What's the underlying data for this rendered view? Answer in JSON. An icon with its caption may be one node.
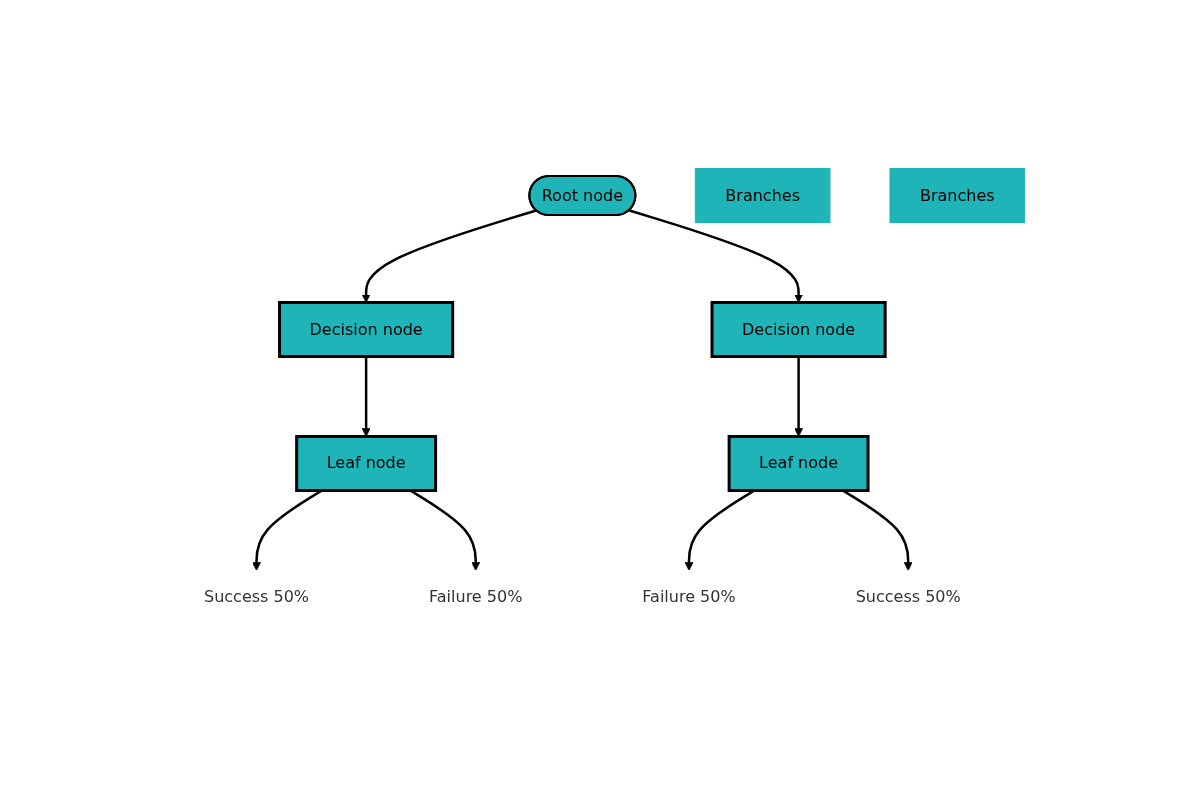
{
  "diagram": {
    "nodes": [
      {
        "text": [
          "Root node"
        ]
      },
      {
        "text": [
          "Branches"
        ]
      },
      {
        "text": [
          "Decision node"
        ]
      },
      {
        "text": [
          "Decision node"
        ]
      },
      {
        "text": [
          "Branches"
        ]
      },
      {
        "text": [
          "Leaf node"
        ]
      },
      {
        "text": [
          "Leaf node"
        ]
      },
      {
        "text": [
          "Failure 50%"
        ]
      },
      {
        "text": [
          "Success 50%"
        ]
      },
      {
        "text": [
          "Failure 50%"
        ]
      },
      {
        "text": [
          "Success 50%"
        ]
      }
    ],
    "edges": [
      {
        "from": 0,
        "to": 2,
        "arrow": "to"
      },
      {
        "from": 0,
        "to": 3,
        "arrow": "to"
      },
      {
        "from": 2,
        "to": 5,
        "arrow": "to"
      },
      {
        "from": 3,
        "to": 6,
        "arrow": "to"
      },
      {
        "from": 5,
        "to": 8,
        "arrow": "to"
      },
      {
        "from": 5,
        "to": 7,
        "arrow": "to"
      },
      {
        "from": 6,
        "to": 9,
        "arrow": "to"
      },
      {
        "from": 6,
        "to": 10,
        "arrow": "to"
      }
    ]
  }
}
